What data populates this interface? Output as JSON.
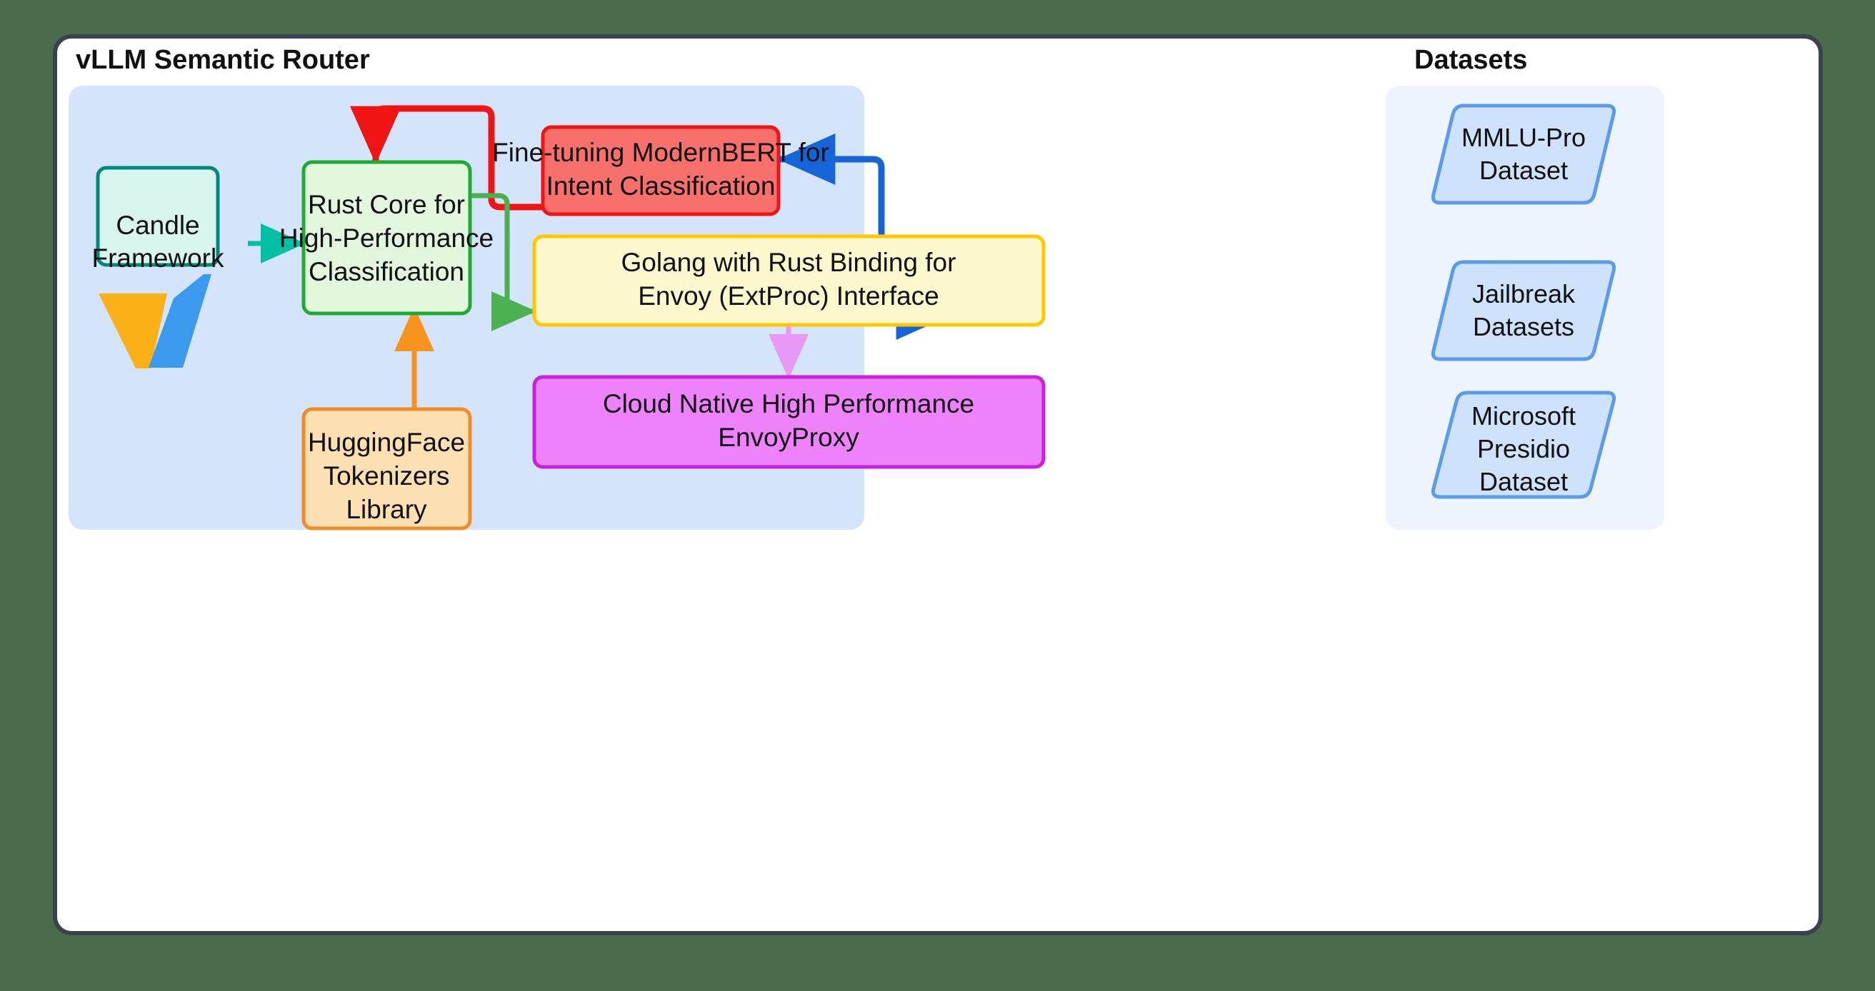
{
  "page": {
    "background_color": "#4a6c4c",
    "frame_border_color": "#3a424e",
    "frame_background": "#ffffff"
  },
  "subgraphs": [
    {
      "id": "router",
      "title": "vLLM Semantic Router",
      "background_color": "#d3e4fb"
    },
    {
      "id": "datasets",
      "title": "Datasets",
      "background_color": "#eef4fd"
    }
  ],
  "logo": {
    "name": "vllm-logo",
    "wedge_color": "#fbb017",
    "blade_color": "#3b9aee"
  },
  "nodes": {
    "candle": {
      "label_lines": [
        "Candle",
        "Framework"
      ],
      "fill": "#d7f5ee",
      "stroke": "#00897b"
    },
    "rust_core": {
      "label_lines": [
        "Rust Core for",
        "High-Performance",
        "Classification"
      ],
      "fill": "#e3f7df",
      "stroke": "#1faa32"
    },
    "huggingface": {
      "label_lines": [
        "HuggingFace",
        "Tokenizers",
        "Library"
      ],
      "fill": "#fde0b2",
      "stroke": "#f28c28"
    },
    "modernbert": {
      "label_line1_pre": "Fine-tuning ",
      "label_line1_bold": "ModernBERT",
      "label_line1_post": " for",
      "label_line2": "Intent Classification",
      "fill": "#f8706c",
      "stroke": "#f01414"
    },
    "golang": {
      "label_lines": [
        "Golang with Rust Binding for",
        "Envoy (ExtProc) Interface"
      ],
      "fill": "#fcf8cd",
      "stroke": "#ffc800"
    },
    "envoyproxy": {
      "label_lines": [
        "Cloud Native High Performance",
        "EnvoyProxy"
      ],
      "fill": "#ee82fa",
      "stroke": "#c822dc"
    },
    "mmlu": {
      "label_lines": [
        "MMLU-Pro",
        "Dataset"
      ],
      "fill": "#cfe2fb",
      "stroke": "#5b9bec"
    },
    "jailbreak": {
      "label_lines": [
        "Jailbreak",
        "Datasets"
      ],
      "fill": "#cfe2fb",
      "stroke": "#5b9bec"
    },
    "presidio": {
      "label_lines": [
        "Microsoft",
        "Presidio",
        "Dataset"
      ],
      "fill": "#cfe2fb",
      "stroke": "#5b9bec"
    }
  },
  "edges": [
    {
      "id": "candle-to-rust",
      "from": "candle",
      "to": "rust_core",
      "color": "#00bfa5"
    },
    {
      "id": "huggingface-to-rust",
      "from": "huggingface",
      "to": "rust_core",
      "color": "#f7941e"
    },
    {
      "id": "modernbert-to-rust",
      "from": "modernbert",
      "to": "rust_core",
      "color": "#f01414"
    },
    {
      "id": "rust-to-golang",
      "from": "rust_core",
      "to": "golang",
      "color": "#4caf50"
    },
    {
      "id": "golang-to-envoyproxy",
      "from": "golang",
      "to": "envoyproxy",
      "color": "#e899f5"
    },
    {
      "id": "datasets-to-modernbert",
      "from": "jailbreak",
      "to": "modernbert",
      "color": "#1565d8"
    }
  ]
}
